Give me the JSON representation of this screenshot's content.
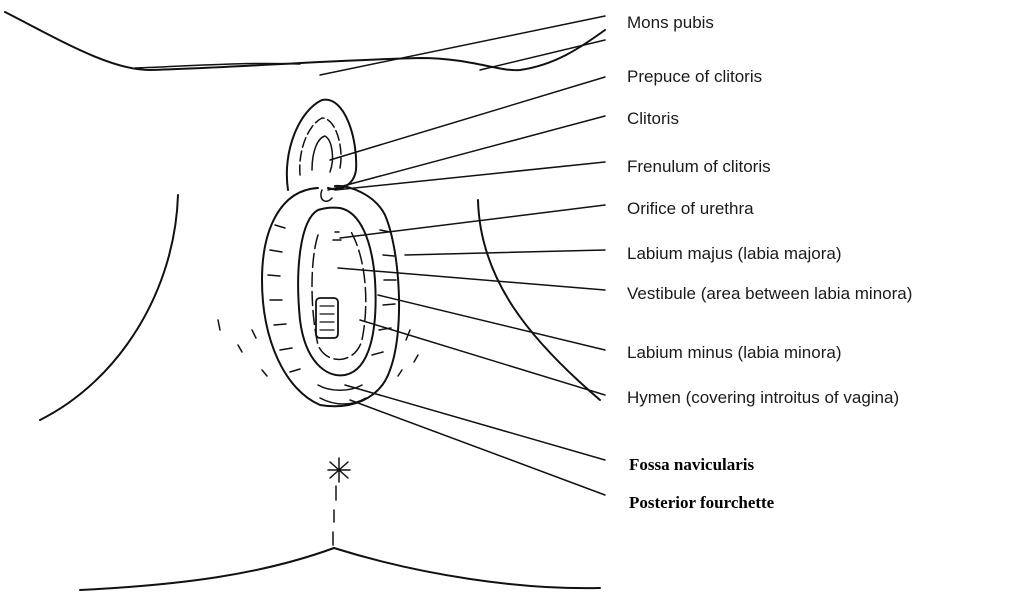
{
  "diagram": {
    "labels": [
      "Mons pubis",
      "Prepuce of clitoris",
      "Clitoris",
      "Frenulum of clitoris",
      "Orifice of urethra",
      "Labium majus (labia majora)",
      "Vestibule (area between labia minora)",
      "Labium minus (labia minora)",
      "Hymen (covering introitus of vagina)",
      "Fossa navicularis",
      "Posterior fourchette"
    ]
  },
  "colors": {
    "line": "#111111",
    "text": "#1a1a1a",
    "background": "#ffffff"
  }
}
